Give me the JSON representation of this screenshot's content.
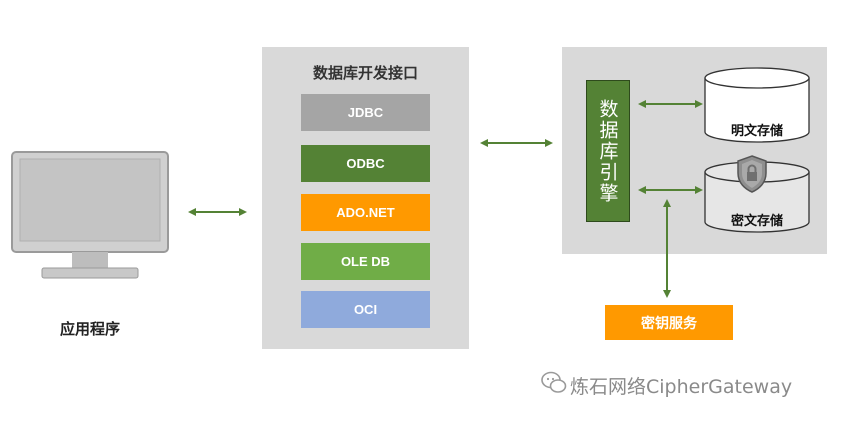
{
  "app": {
    "label": "应用程序"
  },
  "api": {
    "title": "数据库开发接口",
    "items": [
      {
        "label": "JDBC",
        "color": "#a5a5a5"
      },
      {
        "label": "ODBC",
        "color": "#548235"
      },
      {
        "label": "ADO.NET",
        "color": "#ff9900"
      },
      {
        "label": "OLE DB",
        "color": "#70ad47"
      },
      {
        "label": "OCI",
        "color": "#8faadc"
      }
    ]
  },
  "engine": {
    "label": "数据库引擎",
    "color": "#548235"
  },
  "storage": {
    "plain": {
      "label": "明文存储"
    },
    "cipher": {
      "label": "密文存储",
      "icon": "shield-lock-icon"
    }
  },
  "key_service": {
    "label": "密钥服务",
    "color": "#ff9900"
  },
  "watermark": {
    "text": "炼石网络CipherGateway",
    "icon": "wechat-icon"
  },
  "colors": {
    "arrow": "#548235",
    "panel": "#d9d9d9"
  }
}
